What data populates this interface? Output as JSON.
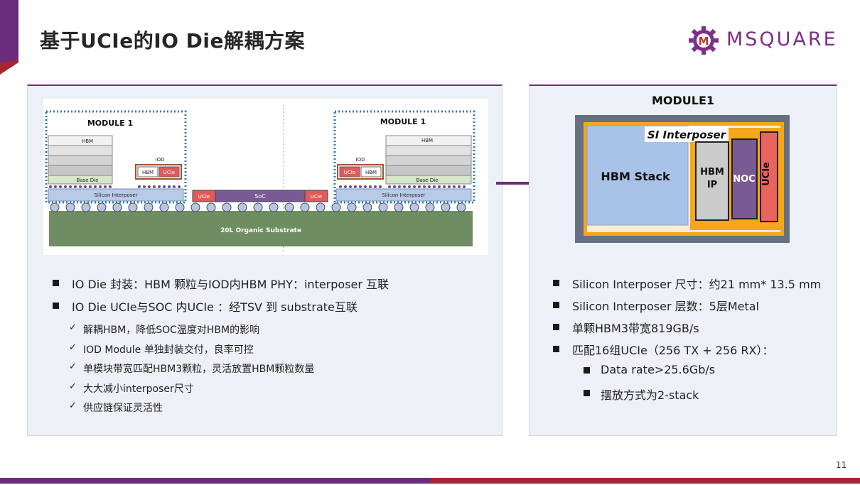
{
  "slide": {
    "title": "基于UCIe的IO Die解耦方案",
    "page_number": "11"
  },
  "logo": {
    "text": "MSQUARE",
    "letter": "M"
  },
  "colors": {
    "purple": "#6b2c7e",
    "red": "#a7262f",
    "panel_bg": "#eef0f7"
  },
  "left_diagram": {
    "module_label_left": "MODULE 1",
    "module_label_right": "MODULE 1",
    "hbm": "HBM",
    "base_die": "Base Die",
    "iod": "IOD",
    "iod_hbm": "HBM",
    "iod_ucie": "UCIe",
    "silicon_interposer": "Silicon Interposer",
    "soc": "SoC",
    "ucie": "UCIe",
    "substrate": "20L Organic Substrate"
  },
  "left_bullets": [
    "IO Die 封装：HBM 颗粒与IOD内HBM PHY：interposer 互联",
    "IO Die UCIe与SOC 内UCIe ：经TSV 到 substrate互联"
  ],
  "left_checks": {
    "mark": "✓",
    "items": [
      "解耦HBM，降低SOC温度对HBM的影响",
      "IOD Module 单独封装交付，良率可控",
      "单模块带宽匹配HBM3颗粒，灵活放置HBM颗粒数量",
      "大大减小interposer尺寸",
      "供应链保证灵活性"
    ]
  },
  "right_panel": {
    "title": "MODULE1",
    "module_image": {
      "si_interposer": "SI Interposer",
      "hbm_stack": "HBM Stack",
      "hbm_ip_line1": "HBM",
      "hbm_ip_line2": "IP",
      "noc": "NOC",
      "ucie": "UCIe"
    },
    "bullets": [
      "Silicon Interposer 尺寸：约21 mm* 13.5 mm",
      "Silicon Interposer 层数：5层Metal",
      "单颗HBM3带宽819GB/s",
      "匹配16组UCIe（256 TX + 256 RX）："
    ],
    "sub_bullets": [
      "Data rate>25.6Gb/s",
      "摆放方式为2-stack"
    ]
  }
}
